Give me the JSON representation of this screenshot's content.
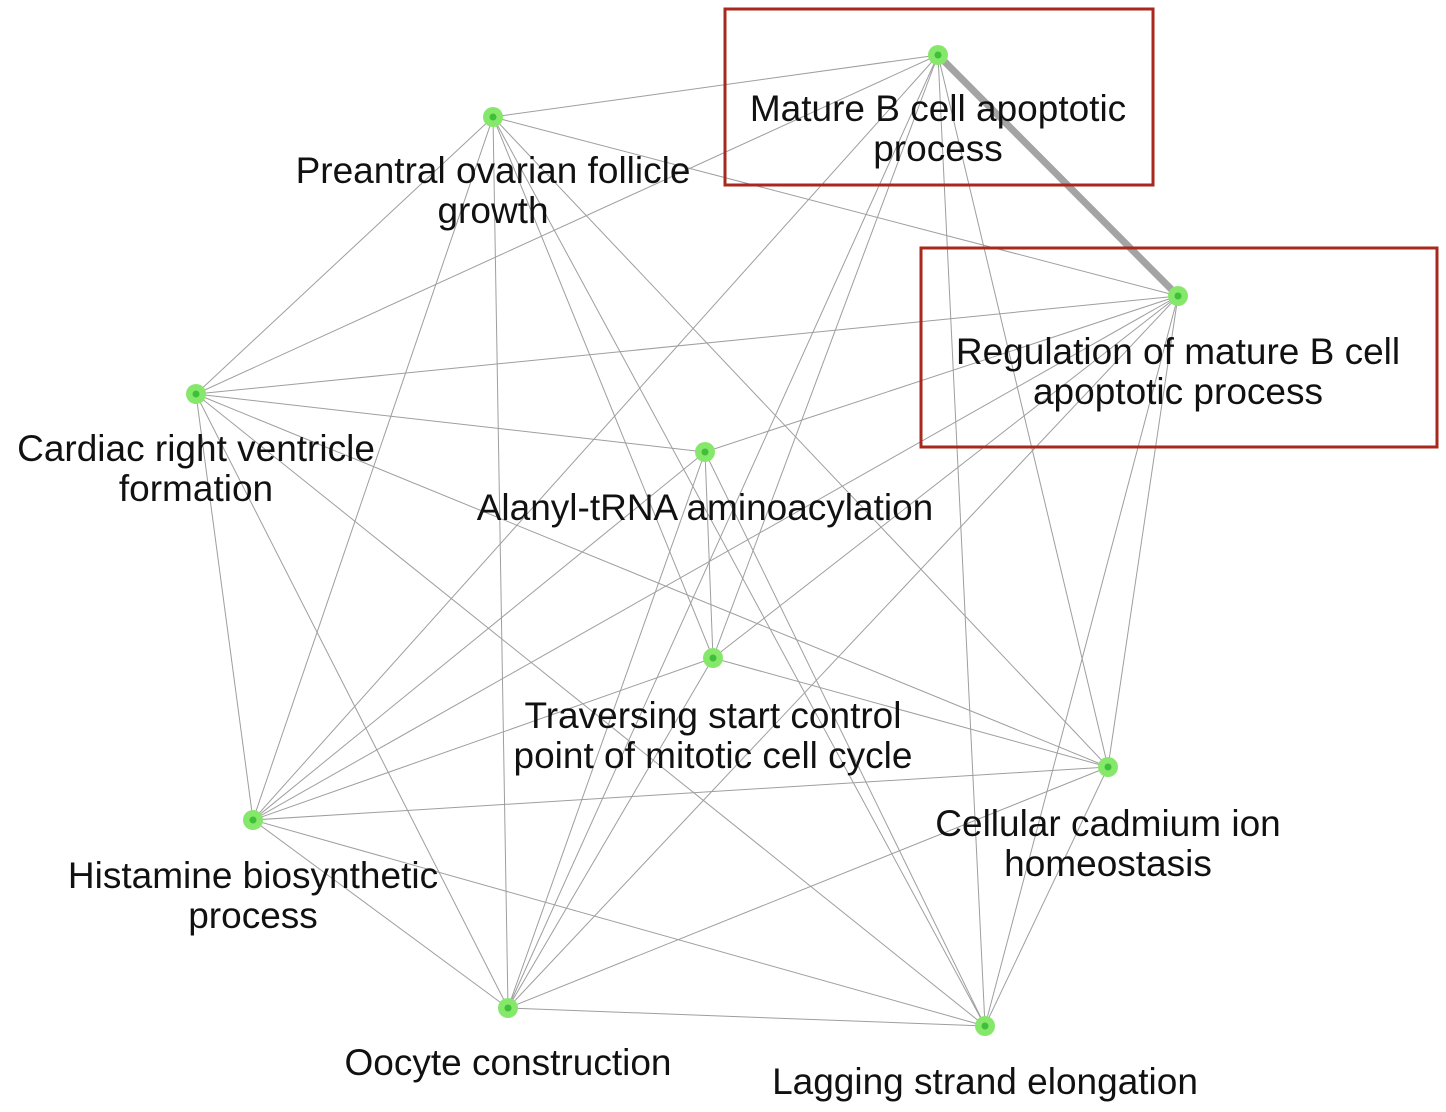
{
  "diagram": {
    "node_color": "#86e86a",
    "edge_color": "#9e9e9e",
    "highlight_color": "#a8281e",
    "nodes": [
      {
        "id": "mature",
        "label_lines": [
          "Mature B cell apoptotic",
          "process"
        ],
        "highlighted": true
      },
      {
        "id": "preantral",
        "label_lines": [
          "Preantral ovarian follicle",
          "growth"
        ],
        "highlighted": false
      },
      {
        "id": "regulation",
        "label_lines": [
          "Regulation of mature B cell",
          "apoptotic process"
        ],
        "highlighted": true
      },
      {
        "id": "cardiac",
        "label_lines": [
          "Cardiac right ventricle",
          "formation"
        ],
        "highlighted": false
      },
      {
        "id": "alanyl",
        "label_lines": [
          "Alanyl-tRNA aminoacylation"
        ],
        "highlighted": false
      },
      {
        "id": "traversing",
        "label_lines": [
          "Traversing start control",
          "point of mitotic cell cycle"
        ],
        "highlighted": false
      },
      {
        "id": "cadmium",
        "label_lines": [
          "Cellular cadmium ion",
          "homeostasis"
        ],
        "highlighted": false
      },
      {
        "id": "histamine",
        "label_lines": [
          "Histamine biosynthetic",
          "process"
        ],
        "highlighted": false
      },
      {
        "id": "oocyte",
        "label_lines": [
          "Oocyte construction"
        ],
        "highlighted": false
      },
      {
        "id": "lagging",
        "label_lines": [
          "Lagging strand elongation"
        ],
        "highlighted": false
      }
    ],
    "edges": [
      {
        "source": "mature",
        "target": "regulation",
        "strong": true
      },
      {
        "source": "mature",
        "target": "preantral"
      },
      {
        "source": "mature",
        "target": "cardiac"
      },
      {
        "source": "mature",
        "target": "traversing"
      },
      {
        "source": "mature",
        "target": "histamine"
      },
      {
        "source": "mature",
        "target": "oocyte"
      },
      {
        "source": "mature",
        "target": "lagging"
      },
      {
        "source": "mature",
        "target": "cadmium"
      },
      {
        "source": "preantral",
        "target": "regulation"
      },
      {
        "source": "preantral",
        "target": "cardiac"
      },
      {
        "source": "preantral",
        "target": "oocyte"
      },
      {
        "source": "preantral",
        "target": "histamine"
      },
      {
        "source": "preantral",
        "target": "traversing"
      },
      {
        "source": "preantral",
        "target": "lagging"
      },
      {
        "source": "preantral",
        "target": "cadmium"
      },
      {
        "source": "regulation",
        "target": "cardiac"
      },
      {
        "source": "regulation",
        "target": "alanyl"
      },
      {
        "source": "regulation",
        "target": "traversing"
      },
      {
        "source": "regulation",
        "target": "histamine"
      },
      {
        "source": "regulation",
        "target": "oocyte"
      },
      {
        "source": "regulation",
        "target": "lagging"
      },
      {
        "source": "regulation",
        "target": "cadmium"
      },
      {
        "source": "cardiac",
        "target": "alanyl"
      },
      {
        "source": "cardiac",
        "target": "histamine"
      },
      {
        "source": "cardiac",
        "target": "oocyte"
      },
      {
        "source": "cardiac",
        "target": "lagging"
      },
      {
        "source": "cardiac",
        "target": "cadmium"
      },
      {
        "source": "alanyl",
        "target": "traversing"
      },
      {
        "source": "alanyl",
        "target": "oocyte"
      },
      {
        "source": "alanyl",
        "target": "lagging"
      },
      {
        "source": "alanyl",
        "target": "histamine"
      },
      {
        "source": "traversing",
        "target": "oocyte"
      },
      {
        "source": "traversing",
        "target": "cadmium"
      },
      {
        "source": "traversing",
        "target": "histamine"
      },
      {
        "source": "histamine",
        "target": "cadmium"
      },
      {
        "source": "histamine",
        "target": "lagging"
      },
      {
        "source": "histamine",
        "target": "oocyte"
      },
      {
        "source": "oocyte",
        "target": "lagging"
      },
      {
        "source": "oocyte",
        "target": "cadmium"
      },
      {
        "source": "cadmium",
        "target": "lagging"
      }
    ]
  }
}
